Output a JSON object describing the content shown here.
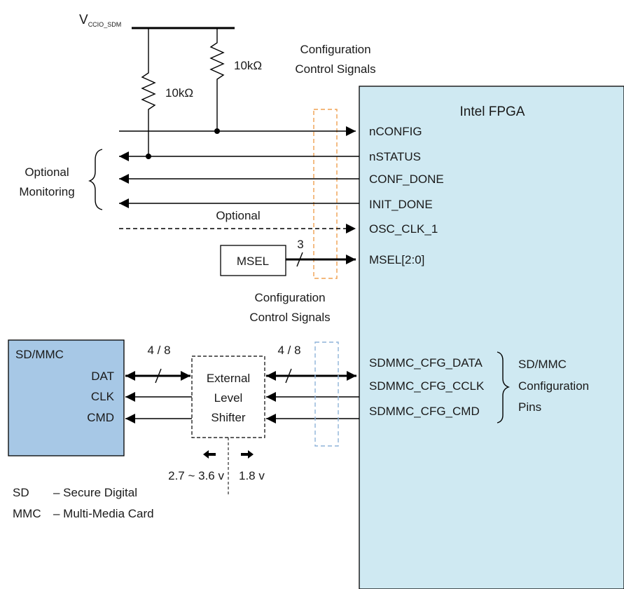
{
  "supply": {
    "v": "V",
    "sub": "CCIO_SDM"
  },
  "resistors": {
    "r1": "10kΩ",
    "r2": "10kΩ"
  },
  "groups": {
    "top_label_1": "Configuration",
    "top_label_2": "Control Signals",
    "bottom_label_1": "Configuration",
    "bottom_label_2": "Control Signals",
    "optional_monitoring_1": "Optional",
    "optional_monitoring_2": "Monitoring",
    "optional": "Optional"
  },
  "fpga": {
    "title": "Intel FPGA",
    "pins": [
      "nCONFIG",
      "nSTATUS",
      "CONF_DONE",
      "INIT_DONE",
      "OSC_CLK_1",
      "MSEL[2:0]"
    ],
    "sd_pins": [
      "SDMMC_CFG_DATA",
      "SDMMC_CFG_CCLK",
      "SDMMC_CFG_CMD"
    ],
    "sd_pin_group": [
      "SD/MMC",
      "Configuration",
      "Pins"
    ],
    "fill": "#cfe9f2"
  },
  "msel": {
    "label": "MSEL",
    "bus_width": "3"
  },
  "card": {
    "title": "SD/MMC",
    "pins": [
      "DAT",
      "CLK",
      "CMD"
    ],
    "fill": "#a7c8e6"
  },
  "shifter": {
    "lines": [
      "External",
      "Level",
      "Shifter"
    ]
  },
  "bus_widths": {
    "left": "4 / 8",
    "right": "4 / 8"
  },
  "voltages": {
    "left": "2.7 ~ 3.6 v",
    "right": "1.8 v"
  },
  "legend": [
    {
      "abbr": "SD",
      "desc": "– Secure Digital"
    },
    {
      "abbr": "MMC",
      "desc": "– Multi-Media Card"
    }
  ],
  "colors": {
    "orange_box": "#f0a050",
    "blue_box": "#8fb3d9"
  }
}
